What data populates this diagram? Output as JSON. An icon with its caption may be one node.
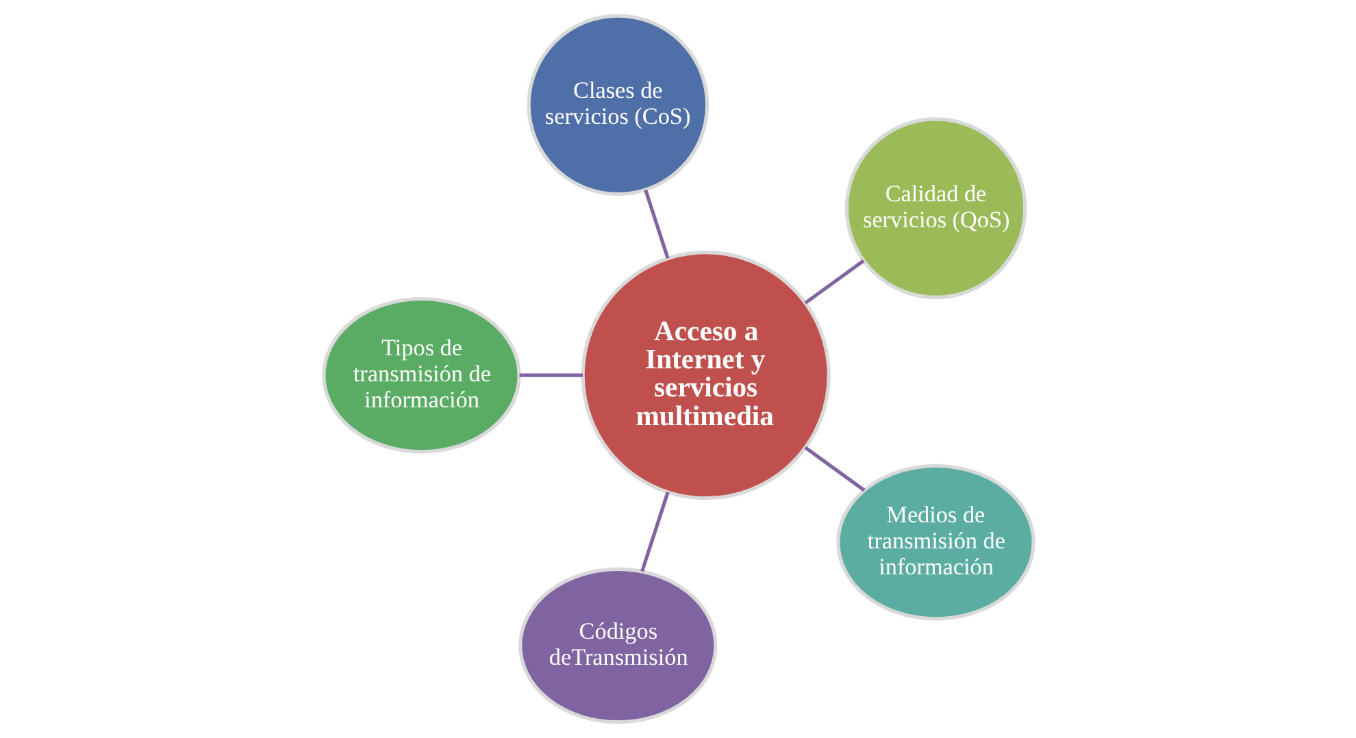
{
  "diagram": {
    "nodes": [
      {
        "text": [
          "Calidad de servicios (QoS)"
        ]
      },
      {
        "text": [
          "Clases de servicios (CoS)"
        ]
      },
      {
        "text": [
          "Tipos de transmisión de información"
        ]
      },
      {
        "text": [
          "Acceso a Internet y servicios multimedia"
        ]
      },
      {
        "text": [
          "Códigos deTransmisión"
        ]
      },
      {
        "text": [
          "Medios de transmisión de información"
        ]
      }
    ],
    "edges": [
      {
        "from": 3,
        "to": 0,
        "arrow": "none"
      },
      {
        "from": 3,
        "to": 1,
        "arrow": "none"
      },
      {
        "from": 3,
        "to": 2,
        "arrow": "none"
      },
      {
        "from": 3,
        "to": 4,
        "arrow": "none"
      },
      {
        "from": 3,
        "to": 5,
        "arrow": "none"
      }
    ]
  }
}
